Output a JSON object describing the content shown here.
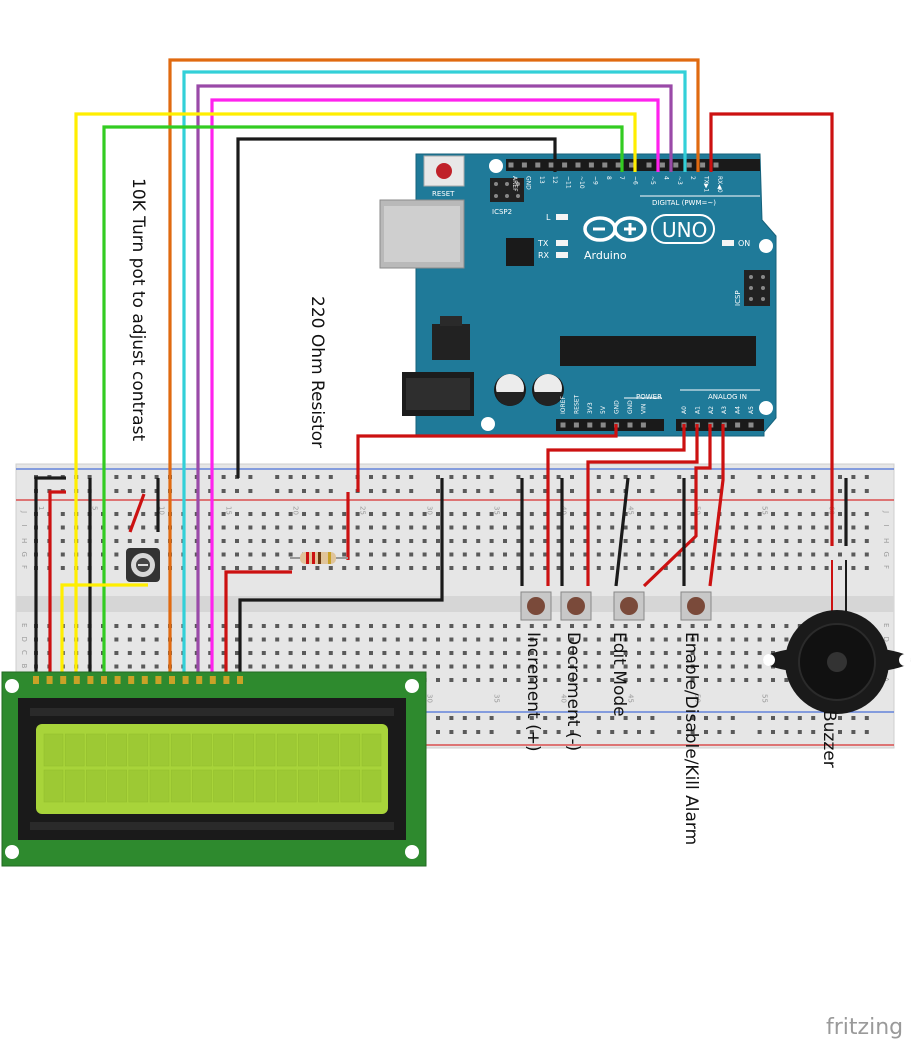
{
  "labels": {
    "pot": "10K Turn pot to adjust contrast",
    "resistor": "220 Ohm Resistor",
    "increment": "Increment (+)",
    "decrement": "Decrement (-)",
    "edit": "Edit Mode",
    "alarm": "Enable/Disable/Kill Alarm",
    "buzzer": "Buzzer"
  },
  "arduino": {
    "reset": "RESET",
    "icsp2": "ICSP2",
    "icsp": "ICSP",
    "brand": "Arduino",
    "model": "UNO",
    "digital": "DIGITAL (PWM=~)",
    "power": "POWER",
    "analog": "ANALOG IN",
    "led_l": "L",
    "led_tx": "TX",
    "led_rx": "RX",
    "led_on": "ON",
    "digital_pins": [
      "AREF",
      "GND",
      "13",
      "12",
      "~11",
      "~10",
      "~9",
      "8",
      "7",
      "~6",
      "~5",
      "4",
      "~3",
      "2",
      "TX▶1",
      "RX◀0"
    ],
    "power_pins": [
      "IOREF",
      "RESET",
      "3V3",
      "5V",
      "GND",
      "GND",
      "VIN"
    ],
    "analog_pins": [
      "A0",
      "A1",
      "A2",
      "A3",
      "A4",
      "A5"
    ]
  },
  "breadboard": {
    "col_numbers": [
      "1",
      "5",
      "10",
      "15",
      "20",
      "25",
      "30",
      "35",
      "40",
      "45",
      "50",
      "55",
      "60"
    ],
    "row_letters": [
      "J",
      "I",
      "H",
      "G",
      "F",
      "E",
      "D",
      "C",
      "B",
      "A"
    ]
  },
  "watermark": "fritzing",
  "colors": {
    "pcb": "#1f7a99",
    "wire_red": "#cc1111",
    "wire_black": "#1a1a1a",
    "wire_yellow": "#ffee00",
    "wire_green": "#33cc22",
    "wire_orange": "#e06a10",
    "wire_cyan": "#33d0d8",
    "wire_purple": "#9a4aa8",
    "wire_magenta": "#ff22ee",
    "lcd_board": "#2e8a2e",
    "lcd_screen": "#a8d43a"
  }
}
